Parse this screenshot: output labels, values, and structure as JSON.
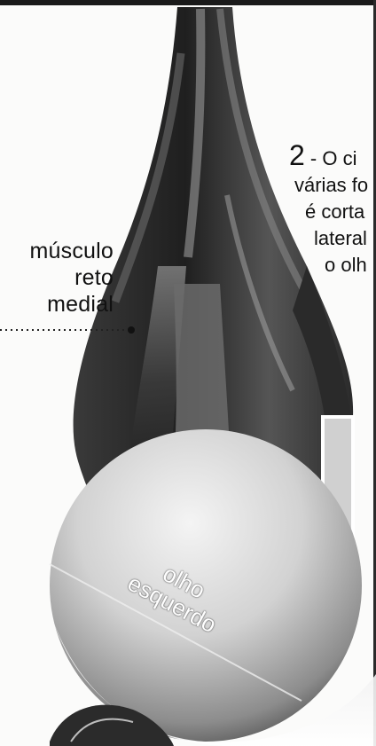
{
  "labels": {
    "muscle": [
      "músculo",
      "reto",
      "medial"
    ],
    "eye": [
      "olho",
      "esquerdo"
    ]
  },
  "step": {
    "number": "2",
    "lines": [
      "- O ci",
      "várias fo",
      "é corta",
      "lateral",
      "o olh"
    ]
  },
  "colors": {
    "background": "#fbfbfa",
    "ink": "#111111",
    "muscle_dark": "#2b2b2b",
    "muscle_mid": "#6e6e6e",
    "eyeball_light": "#e6e6e6"
  }
}
